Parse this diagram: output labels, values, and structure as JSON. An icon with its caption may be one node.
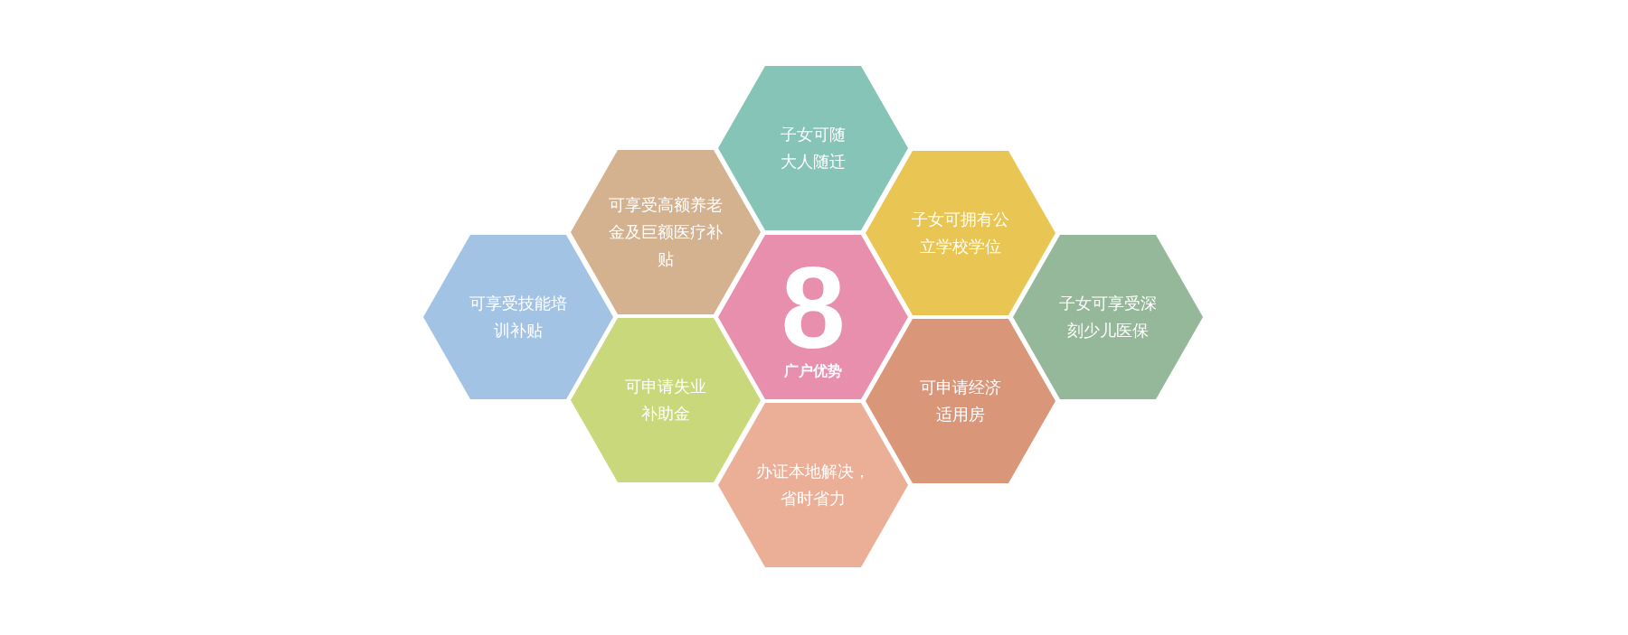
{
  "diagram": {
    "nodes": [
      {
        "text": [
          "子女可随大人随迁"
        ]
      },
      {
        "text": [
          "可享受高额养老金及巨额医疗补贴"
        ]
      },
      {
        "text": [
          "子女可拥有公立学校学位"
        ]
      },
      {
        "text": [
          "可享受技能培训补贴"
        ]
      },
      {
        "text": [
          "8",
          "广户优势"
        ]
      },
      {
        "text": [
          "子女可享受深刻少儿医保"
        ]
      },
      {
        "text": [
          "可申请失业补助金"
        ]
      },
      {
        "text": [
          "可申请经济适用房"
        ]
      },
      {
        "text": [
          "办证本地解决，省时省力"
        ]
      }
    ]
  }
}
